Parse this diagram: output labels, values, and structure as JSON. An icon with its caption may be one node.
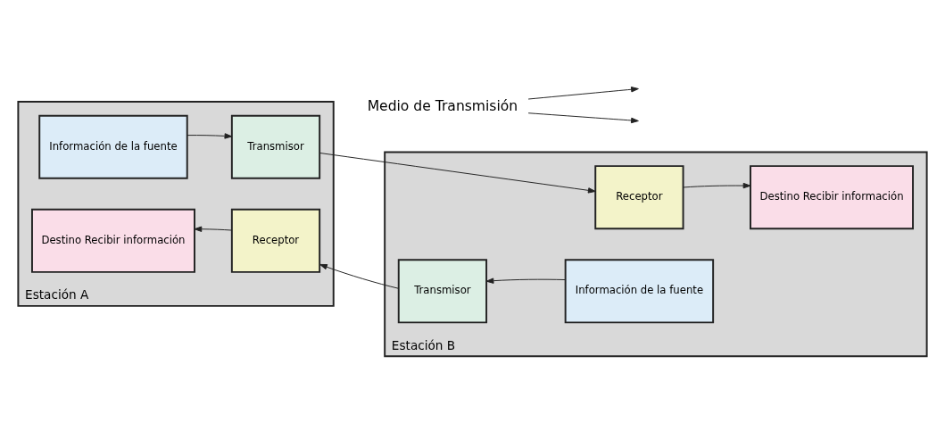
{
  "diagram": {
    "nodes": [
      {
        "text": [
          "Medio de Transmisión"
        ]
      },
      {
        "text": [
          "Estación A"
        ]
      },
      {
        "text": [
          "Información de la fuente"
        ],
        "in": 1
      },
      {
        "text": [
          "Transmisor"
        ],
        "in": 1
      },
      {
        "text": [
          "Destino Recibir información"
        ],
        "in": 1
      },
      {
        "text": [
          "Receptor"
        ],
        "in": 1
      },
      {
        "text": [
          "Estación B"
        ]
      },
      {
        "text": [
          "Receptor"
        ],
        "in": 6
      },
      {
        "text": [
          "Destino Recibir información"
        ],
        "in": 6
      },
      {
        "text": [
          "Transmisor"
        ],
        "in": 6
      },
      {
        "text": [
          "Información de la fuente"
        ],
        "in": 6
      }
    ],
    "edges": [
      {
        "from": 0,
        "to": null,
        "arrow": "to"
      },
      {
        "from": 0,
        "to": null,
        "arrow": "to"
      },
      {
        "from": 2,
        "to": 3,
        "arrow": "to"
      },
      {
        "from": 3,
        "to": 7,
        "arrow": "to"
      },
      {
        "from": 7,
        "to": 8,
        "arrow": "to"
      },
      {
        "from": 10,
        "to": 9,
        "arrow": "to"
      },
      {
        "from": 9,
        "to": 5,
        "arrow": "to"
      },
      {
        "from": 5,
        "to": 4,
        "arrow": "to"
      }
    ]
  }
}
